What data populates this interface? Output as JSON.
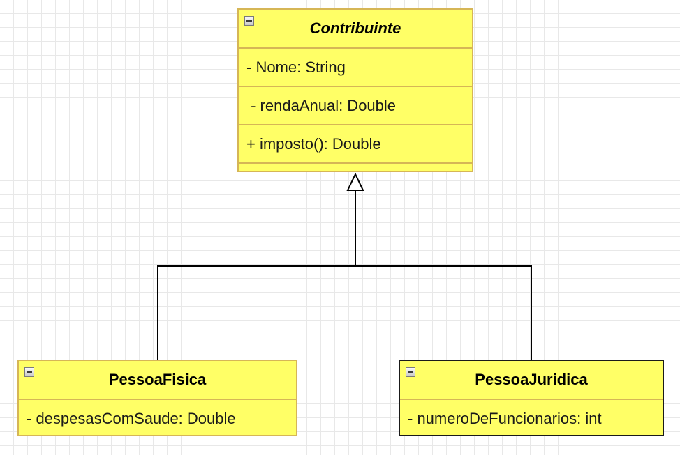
{
  "classes": {
    "contribuinte": {
      "name": "Contribuinte",
      "attributes": [
        "- Nome: String",
        " - rendaAnual: Double"
      ],
      "methods": [
        "+ imposto(): Double"
      ]
    },
    "pessoa_fisica": {
      "name": "PessoaFisica",
      "attributes": [
        "- despesasComSaude: Double"
      ]
    },
    "pessoa_juridica": {
      "name": "PessoaJuridica",
      "attributes": [
        "- numeroDeFuncionarios: int"
      ]
    }
  },
  "edges": [
    {
      "from": "pessoa_fisica",
      "to": "contribuinte",
      "type": "generalization"
    },
    {
      "from": "pessoa_juridica",
      "to": "contribuinte",
      "type": "generalization"
    }
  ],
  "colors": {
    "class_fill": "#ffff66",
    "class_border": "#d6b656",
    "selected_border": "#1a1a1a",
    "edge": "#000000",
    "grid": "#e8e8e8"
  }
}
